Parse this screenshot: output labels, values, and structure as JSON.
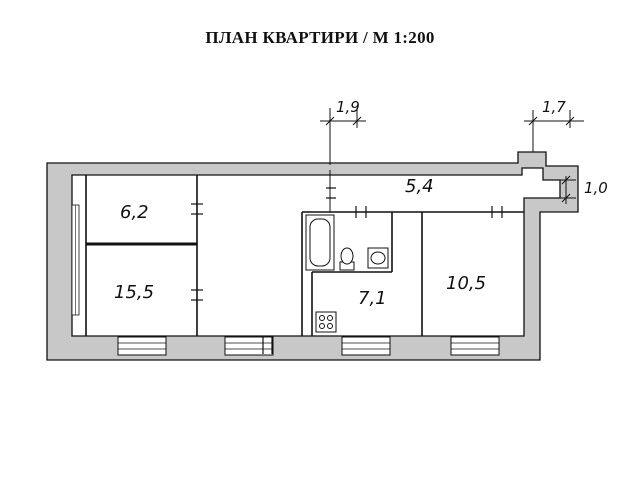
{
  "title": "ПЛАН КВАРТИРИ / М 1:200",
  "colors": {
    "wall": "#c8c8c8",
    "line": "#111111",
    "background": "#ffffff"
  },
  "rooms": [
    {
      "id": "room-1",
      "area": "6,2"
    },
    {
      "id": "room-2",
      "area": "15,5"
    },
    {
      "id": "room-3",
      "area": "5,4"
    },
    {
      "id": "room-4",
      "area": "7,1"
    },
    {
      "id": "room-5",
      "area": "10,5"
    }
  ],
  "dimensions": [
    {
      "id": "dim-1",
      "value": "1,9"
    },
    {
      "id": "dim-2",
      "value": "1,7"
    },
    {
      "id": "dim-3",
      "value": "1,0"
    }
  ],
  "fixtures": [
    "bathtub-icon",
    "toilet-icon",
    "sink-icon",
    "stove-icon"
  ]
}
